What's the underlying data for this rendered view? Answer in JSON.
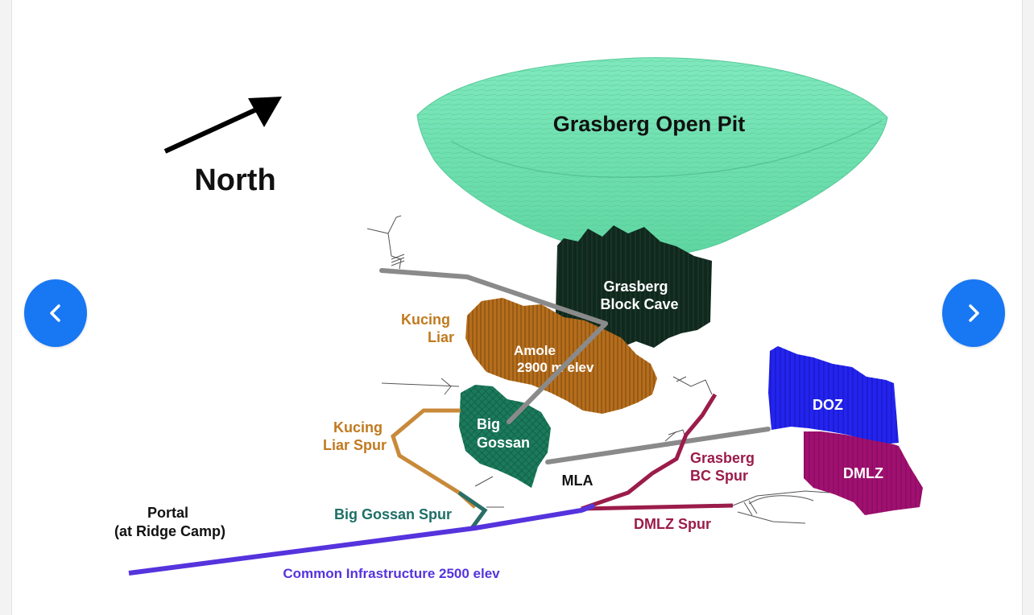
{
  "diagram": {
    "north": "North",
    "open_pit": "Grasberg Open Pit",
    "block_cave": [
      "Grasberg",
      "Block Cave"
    ],
    "kucing_liar": [
      "Kucing",
      "Liar"
    ],
    "amole": [
      "Amole",
      "2900 m elev"
    ],
    "big_gossan": [
      "Big",
      "Gossan"
    ],
    "kucing_liar_spur": [
      "Kucing",
      "Liar Spur"
    ],
    "doz": "DOZ",
    "dmlz": "DMLZ",
    "grasberg_bc_spur": [
      "Grasberg",
      "BC Spur"
    ],
    "mla": "MLA",
    "dmlz_spur": "DMLZ Spur",
    "big_gossan_spur": "Big Gossan Spur",
    "portal": [
      "Portal",
      "(at Ridge Camp)"
    ],
    "common_infrastructure": "Common Infrastructure 2500 elev"
  },
  "colors": {
    "open_pit": "#6fe3b0",
    "block_cave": "#112a1f",
    "kucing_liar": "#b56e1c",
    "kucing_liar_label": "#c07a1f",
    "big_gossan": "#1b7a5c",
    "big_gossan_spur_label": "#1d6f66",
    "doz": "#2222ee",
    "dmlz": "#a01070",
    "crimson": "#9b1c4a",
    "common_infrastructure": "#5533dd",
    "tunnel_gray": "#8a8a8a",
    "nav_button": "#1877f2"
  },
  "icons": {
    "prev": "chevron-left-icon",
    "next": "chevron-right-icon"
  }
}
